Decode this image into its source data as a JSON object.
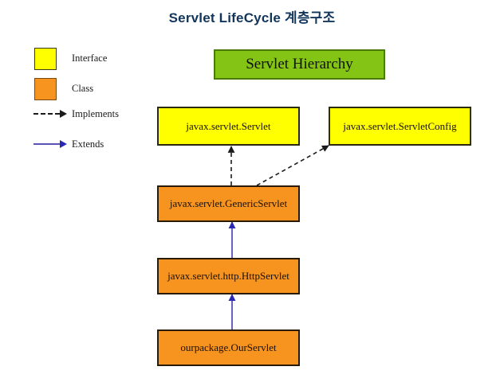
{
  "page": {
    "title": "Servlet LifeCycle 계층구조",
    "background_color": "#ffffff",
    "title_color": "#12355b"
  },
  "legend": {
    "items": [
      {
        "label": "Interface",
        "kind": "swatch",
        "color": "#ffff00",
        "icon": "yellow-square-icon"
      },
      {
        "label": "Class",
        "kind": "swatch",
        "color": "#f79420",
        "icon": "orange-square-icon"
      },
      {
        "label": "Implements",
        "kind": "line",
        "style": "dashed",
        "color": "#1a1a1a",
        "icon": "dashed-arrow-icon"
      },
      {
        "label": "Extends",
        "kind": "line",
        "style": "solid",
        "color": "#5b53b3",
        "icon": "solid-arrow-icon"
      }
    ]
  },
  "diagram": {
    "header": {
      "label": "Servlet Hierarchy",
      "fill": "#84c414",
      "border": "#4a7a08"
    },
    "nodes": [
      {
        "id": "servlet",
        "label": "javax.servlet.Servlet",
        "type": "interface",
        "fill": "#ffff00"
      },
      {
        "id": "servletconfig",
        "label": "javax.servlet.ServletConfig",
        "type": "interface",
        "fill": "#ffff00"
      },
      {
        "id": "genericservlet",
        "label": "javax.servlet.GenericServlet",
        "type": "class",
        "fill": "#f79420"
      },
      {
        "id": "httpservlet",
        "label": "javax.servlet.http.HttpServlet",
        "type": "class",
        "fill": "#f79420"
      },
      {
        "id": "ourservlet",
        "label": "ourpackage.OurServlet",
        "type": "class",
        "fill": "#f79420"
      }
    ],
    "edges": [
      {
        "from": "genericservlet",
        "to": "servlet",
        "relation": "Implements",
        "style": "dashed"
      },
      {
        "from": "genericservlet",
        "to": "servletconfig",
        "relation": "Implements",
        "style": "dashed"
      },
      {
        "from": "httpservlet",
        "to": "genericservlet",
        "relation": "Extends",
        "style": "solid"
      },
      {
        "from": "ourservlet",
        "to": "httpservlet",
        "relation": "Extends",
        "style": "solid"
      }
    ]
  }
}
